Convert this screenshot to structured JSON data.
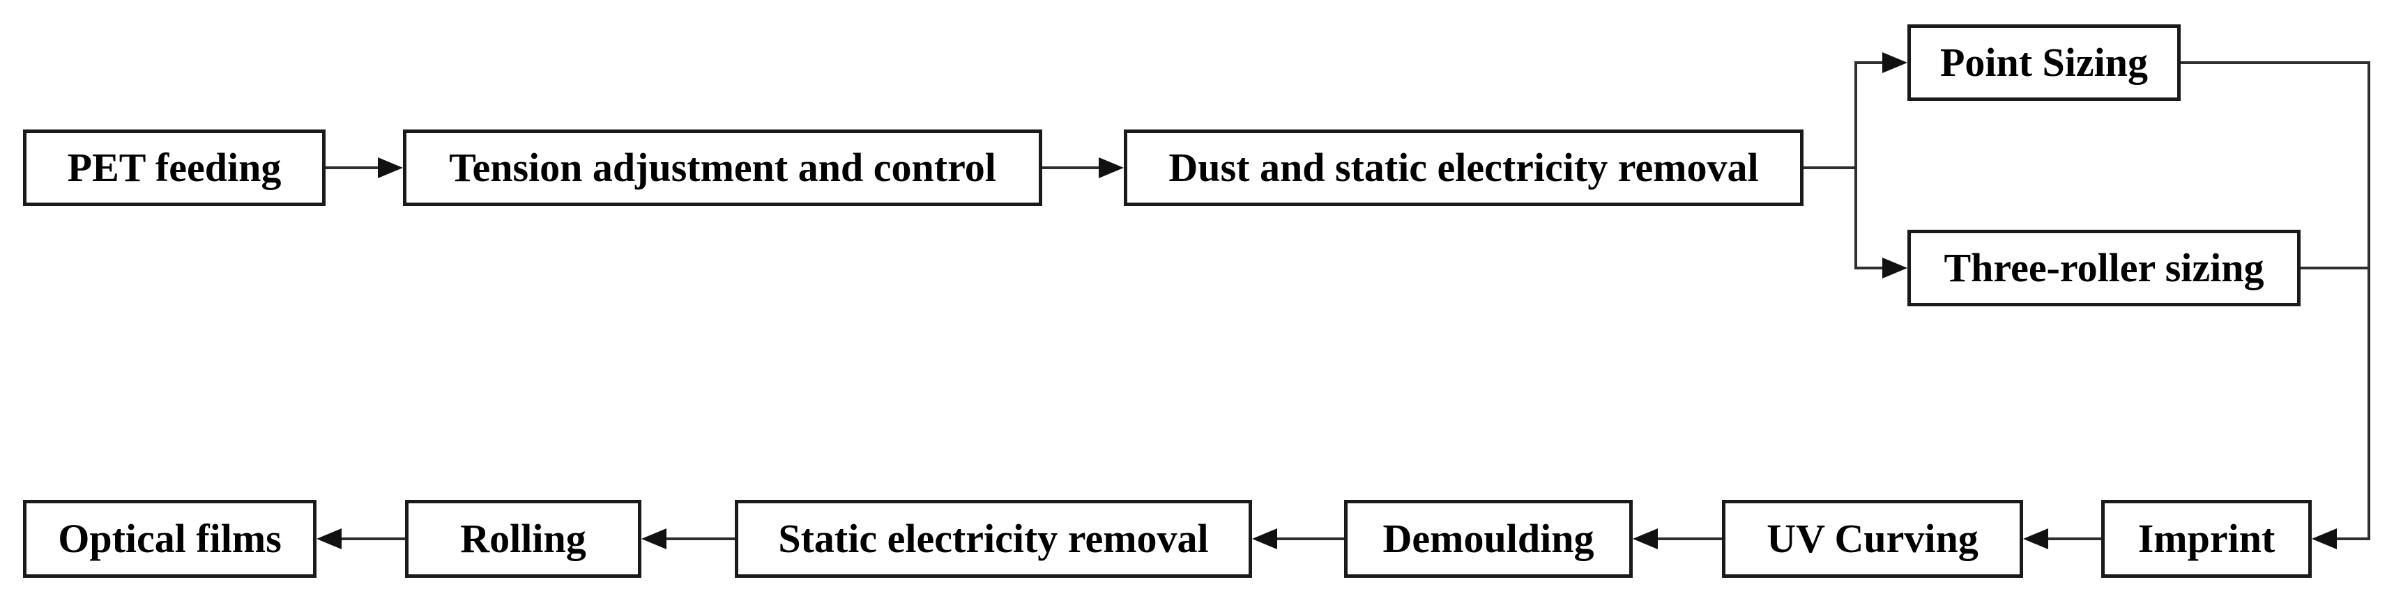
{
  "diagram": {
    "type": "flowchart",
    "colors": {
      "background": "#ffffff",
      "box_border": "#1a1a1a",
      "text": "#000000",
      "connector": "#2e2e2e"
    },
    "nodes": [
      {
        "id": "pet-feeding",
        "label": "PET feeding"
      },
      {
        "id": "tension-adjustment",
        "label": "Tension adjustment and control"
      },
      {
        "id": "dust-static-removal",
        "label": "Dust and static electricity removal"
      },
      {
        "id": "point-sizing",
        "label": "Point Sizing"
      },
      {
        "id": "three-roller-sizing",
        "label": "Three-roller sizing"
      },
      {
        "id": "imprint",
        "label": "Imprint"
      },
      {
        "id": "uv-curving",
        "label": "UV Curving"
      },
      {
        "id": "demoulding",
        "label": "Demoulding"
      },
      {
        "id": "static-electricity-removal",
        "label": "Static electricity removal"
      },
      {
        "id": "rolling",
        "label": "Rolling"
      },
      {
        "id": "optical-films",
        "label": "Optical films"
      }
    ],
    "edges": [
      {
        "from": "PET feeding",
        "to": "Tension adjustment and control"
      },
      {
        "from": "Tension adjustment and control",
        "to": "Dust and static electricity removal"
      },
      {
        "from": "Dust and static electricity removal",
        "to": "Point Sizing"
      },
      {
        "from": "Dust and static electricity removal",
        "to": "Three-roller sizing"
      },
      {
        "from": "Point Sizing",
        "to": "Imprint"
      },
      {
        "from": "Three-roller sizing",
        "to": "Imprint"
      },
      {
        "from": "Imprint",
        "to": "UV Curving"
      },
      {
        "from": "UV Curving",
        "to": "Demoulding"
      },
      {
        "from": "Demoulding",
        "to": "Static electricity removal"
      },
      {
        "from": "Static electricity removal",
        "to": "Rolling"
      },
      {
        "from": "Rolling",
        "to": "Optical films"
      }
    ]
  }
}
